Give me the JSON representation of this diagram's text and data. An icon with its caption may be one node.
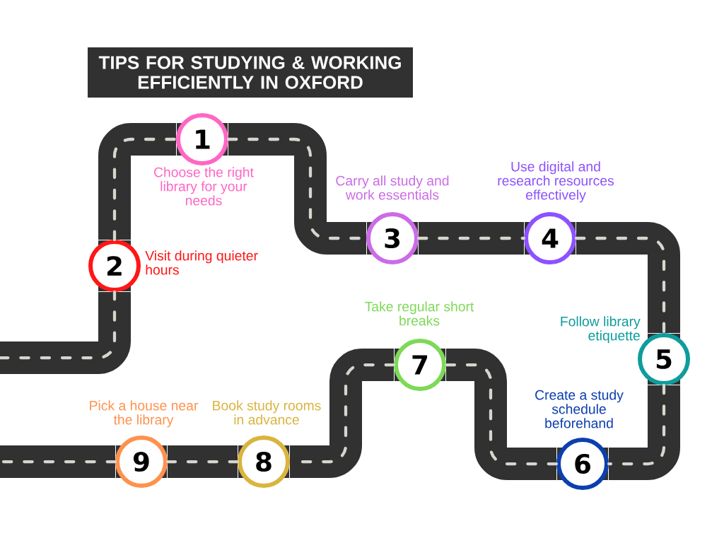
{
  "diagram": {
    "title": "TIPS FOR STUDYING & WORKING EFFICIENTLY IN OXFORD",
    "nodes": [
      {
        "text": [
          "1"
        ],
        "beside": [
          "Choose the right library for your needs"
        ]
      },
      {
        "text": [
          "2"
        ],
        "beside": [
          "Visit during quieter hours"
        ]
      },
      {
        "text": [
          "3"
        ],
        "beside": [
          "Carry all study and work essentials"
        ]
      },
      {
        "text": [
          "4"
        ],
        "beside": [
          "Use digital and research resources effectively"
        ]
      },
      {
        "text": [
          "5"
        ],
        "beside": [
          "Follow library etiquette"
        ]
      },
      {
        "text": [
          "6"
        ],
        "beside": [
          "Create a study schedule beforehand"
        ]
      },
      {
        "text": [
          "7"
        ],
        "beside": [
          "Take regular short breaks"
        ]
      },
      {
        "text": [
          "8"
        ],
        "beside": [
          "Book study rooms in advance"
        ]
      },
      {
        "text": [
          "9"
        ],
        "beside": [
          "Pick a house near the library"
        ]
      }
    ],
    "edges": [
      {
        "from": null,
        "to": 1,
        "arrow": "none"
      },
      {
        "from": 1,
        "to": 0,
        "arrow": "none"
      },
      {
        "from": 0,
        "to": 2,
        "arrow": "none"
      },
      {
        "from": 2,
        "to": 3,
        "arrow": "none"
      },
      {
        "from": 3,
        "to": 4,
        "arrow": "none"
      },
      {
        "from": 4,
        "to": 5,
        "arrow": "none"
      },
      {
        "from": 5,
        "to": 6,
        "arrow": "none"
      },
      {
        "from": 6,
        "to": 7,
        "arrow": "none"
      },
      {
        "from": 7,
        "to": 8,
        "arrow": "none"
      },
      {
        "from": 8,
        "to": null,
        "arrow": "none"
      }
    ]
  }
}
